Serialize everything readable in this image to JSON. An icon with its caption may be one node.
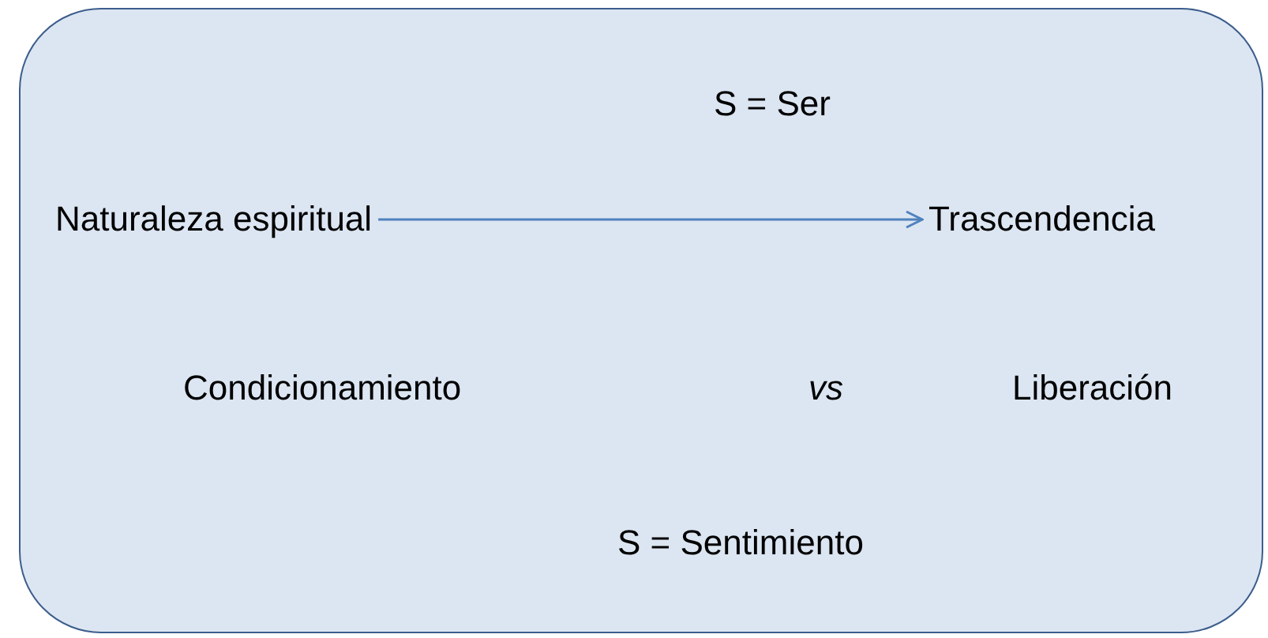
{
  "diagram": {
    "nodes": [
      {
        "text": [
          "S = Ser",
          "Condicionamiento",
          "vs",
          "Liberación",
          "S = Sentimiento"
        ]
      },
      {
        "text": [
          "Naturaleza espiritual"
        ],
        "in": 0
      },
      {
        "text": [
          "Trascendencia"
        ],
        "in": 0
      }
    ],
    "edges": [
      {
        "from": 1,
        "to": 2,
        "arrow": "to"
      }
    ]
  }
}
